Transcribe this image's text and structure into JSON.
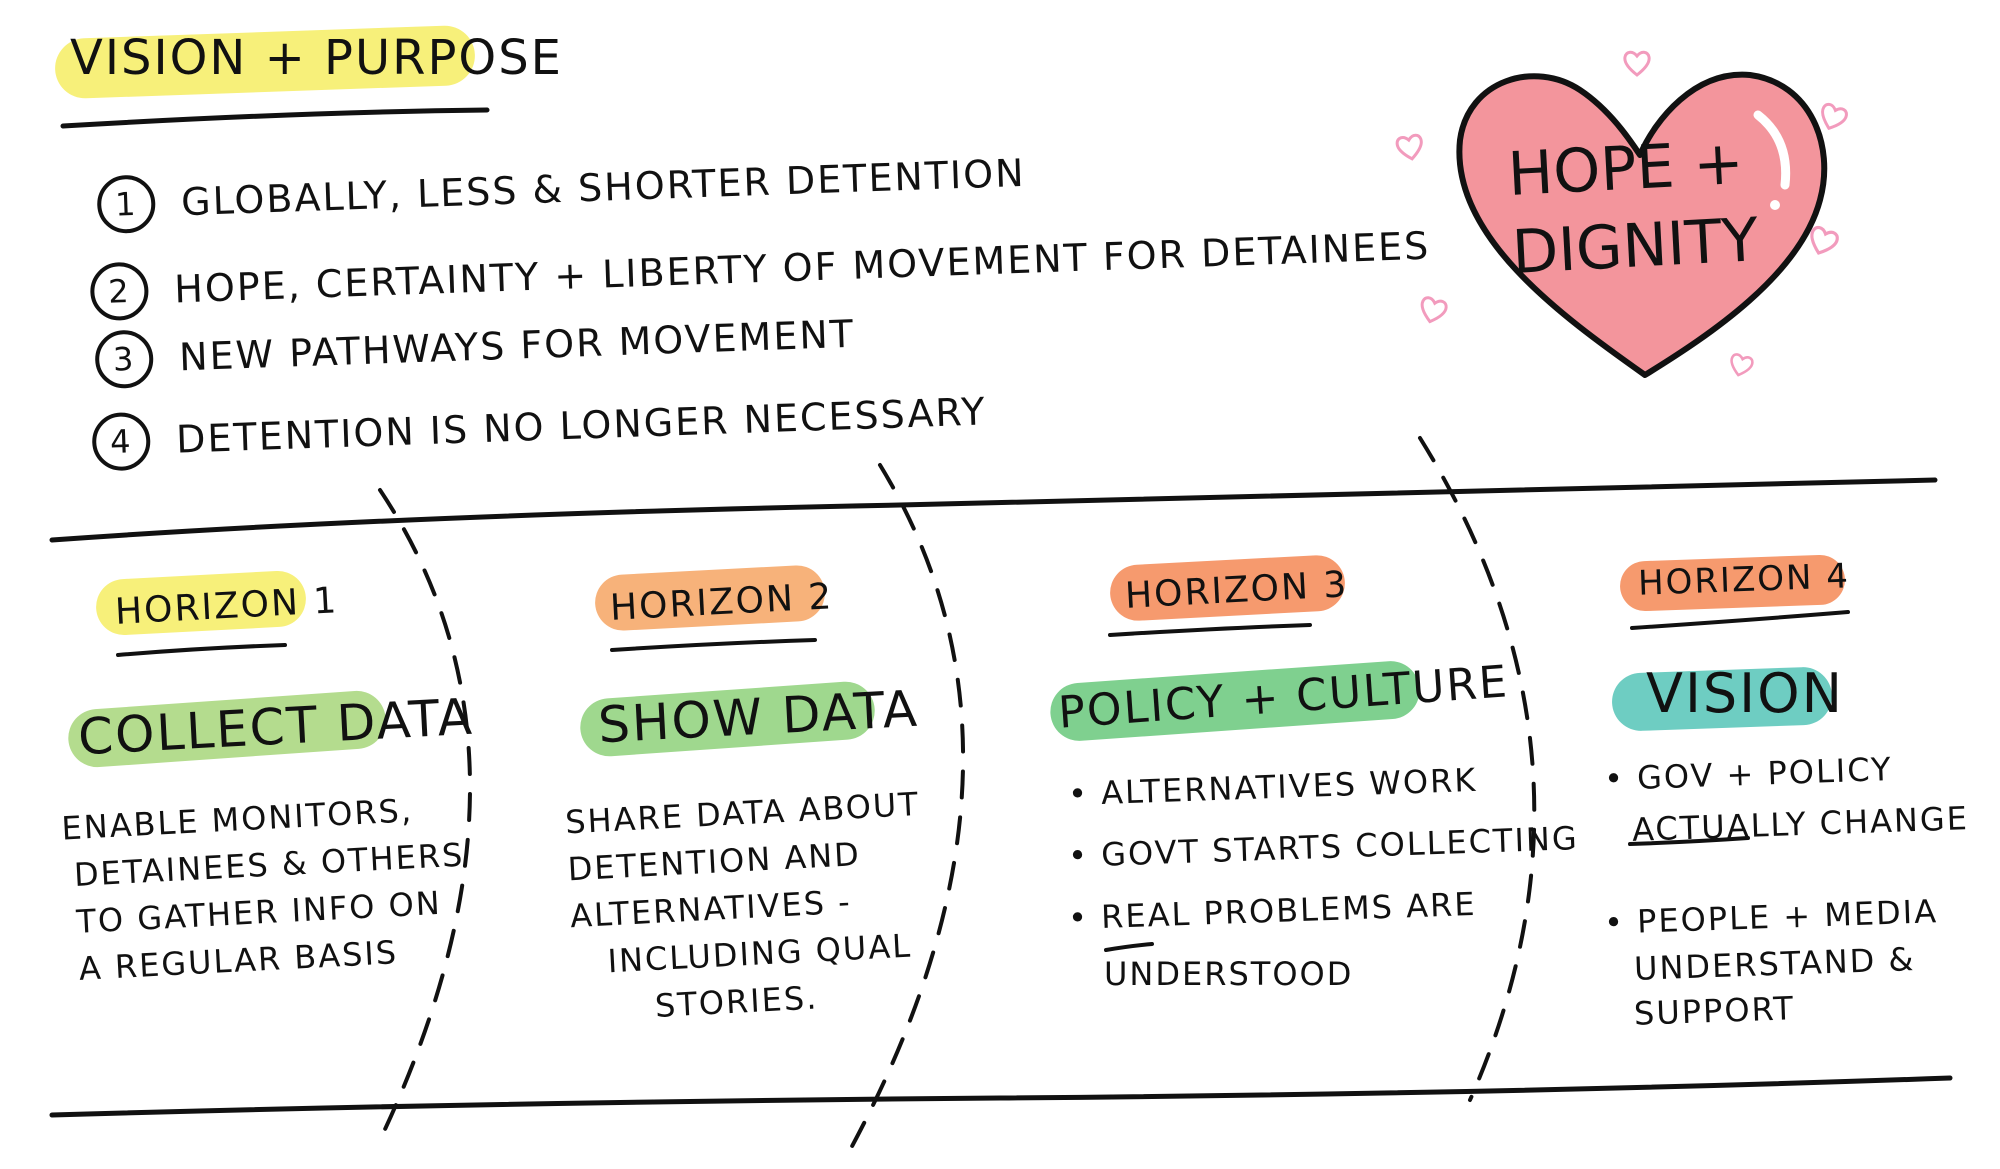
{
  "title": "Vision + Purpose",
  "goals": [
    {
      "num": "1",
      "text": "Globally, less & shorter detention"
    },
    {
      "num": "2",
      "text": "Hope, certainty + liberty of movement for detainees"
    },
    {
      "num": "3",
      "text": "New pathways for movement"
    },
    {
      "num": "4",
      "text": "Detention is no longer necessary"
    }
  ],
  "heart": {
    "line1": "Hope +",
    "line2": "Dignity"
  },
  "horizons": [
    {
      "label": "Horizon 1",
      "heading": "Collect data",
      "lines": [
        "Enable monitors,",
        "detainees & others",
        "to gather info on",
        "a regular basis"
      ]
    },
    {
      "label": "Horizon 2",
      "heading": "Show data",
      "lines": [
        "Share data about",
        "detention and",
        "alternatives -",
        "including qual",
        "stories."
      ]
    },
    {
      "label": "Horizon 3",
      "heading": "Policy + culture",
      "bullets": [
        "Alternatives work",
        "Govt starts collecting",
        "Real problems are",
        "understood"
      ]
    },
    {
      "label": "Horizon 4",
      "heading": "Vision",
      "bullets": [
        "Gov + policy",
        "actually change",
        "People + media",
        "understand &",
        "support"
      ]
    }
  ],
  "colors": {
    "yellow": "#f7f07a",
    "orange": "#f7b27a",
    "orange_deep": "#f69a6e",
    "green": "#9fd88e",
    "green_mid": "#7fd08f",
    "teal": "#6ecdc2",
    "heart_fill": "#f3959c",
    "heart_small": "#f29bbd",
    "ink": "#111111"
  },
  "icons": [
    "heart-icon",
    "small-heart-icon",
    "bullet-dot-icon"
  ]
}
